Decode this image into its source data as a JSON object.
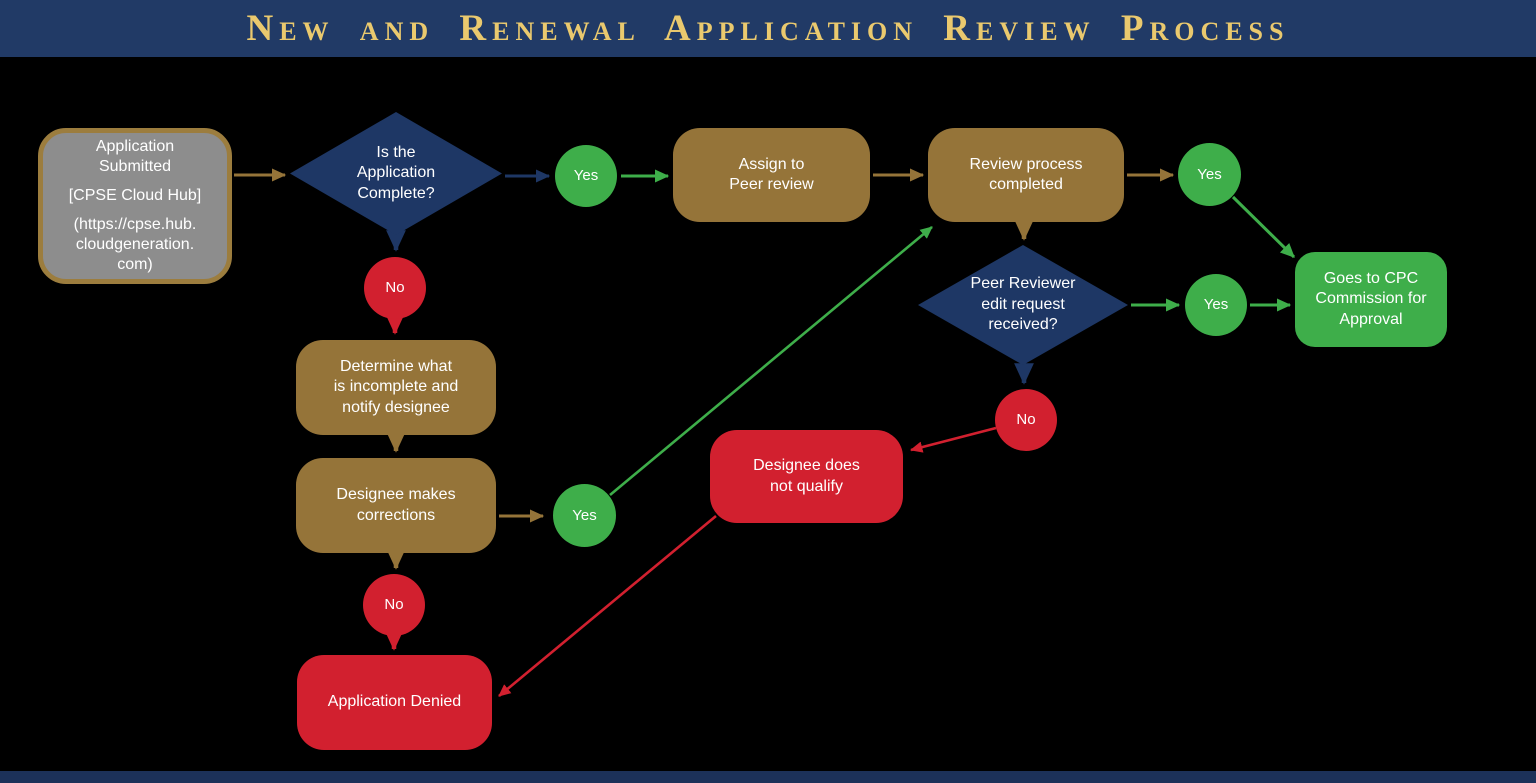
{
  "title": "New and Renewal Application Review Process",
  "colors": {
    "background": "#000000",
    "header_bg": "#213A66",
    "header_text": "#EAC96E",
    "navy": "#1E3765",
    "gold": "#957439",
    "green": "#3EAE4A",
    "red": "#D2202F",
    "gray": "#8D8D8D",
    "gray_border": "#9C7D3E",
    "node_text": "#FFFFFF"
  },
  "nodes": {
    "start": {
      "line1": "Application\nSubmitted",
      "line2": "[CPSE Cloud Hub]",
      "line3": "(https://cpse.hub.\ncloudgeneration.\ncom)"
    },
    "is_complete": {
      "label": "Is the\nApplication\nComplete?"
    },
    "assign": {
      "label": "Assign to\nPeer review"
    },
    "review_completed": {
      "label": "Review process\ncompleted"
    },
    "peer_edit": {
      "label": "Peer Reviewer\nedit request\nreceived?"
    },
    "cpc": {
      "label": "Goes to CPC\nCommission for\nApproval"
    },
    "determine": {
      "label": "Determine what\nis incomplete and\nnotify designee"
    },
    "corrections": {
      "label": "Designee makes\ncorrections"
    },
    "dnq": {
      "label": "Designee does\nnot qualify"
    },
    "denied": {
      "label": "Application Denied"
    },
    "yes": "Yes",
    "no": "No"
  }
}
